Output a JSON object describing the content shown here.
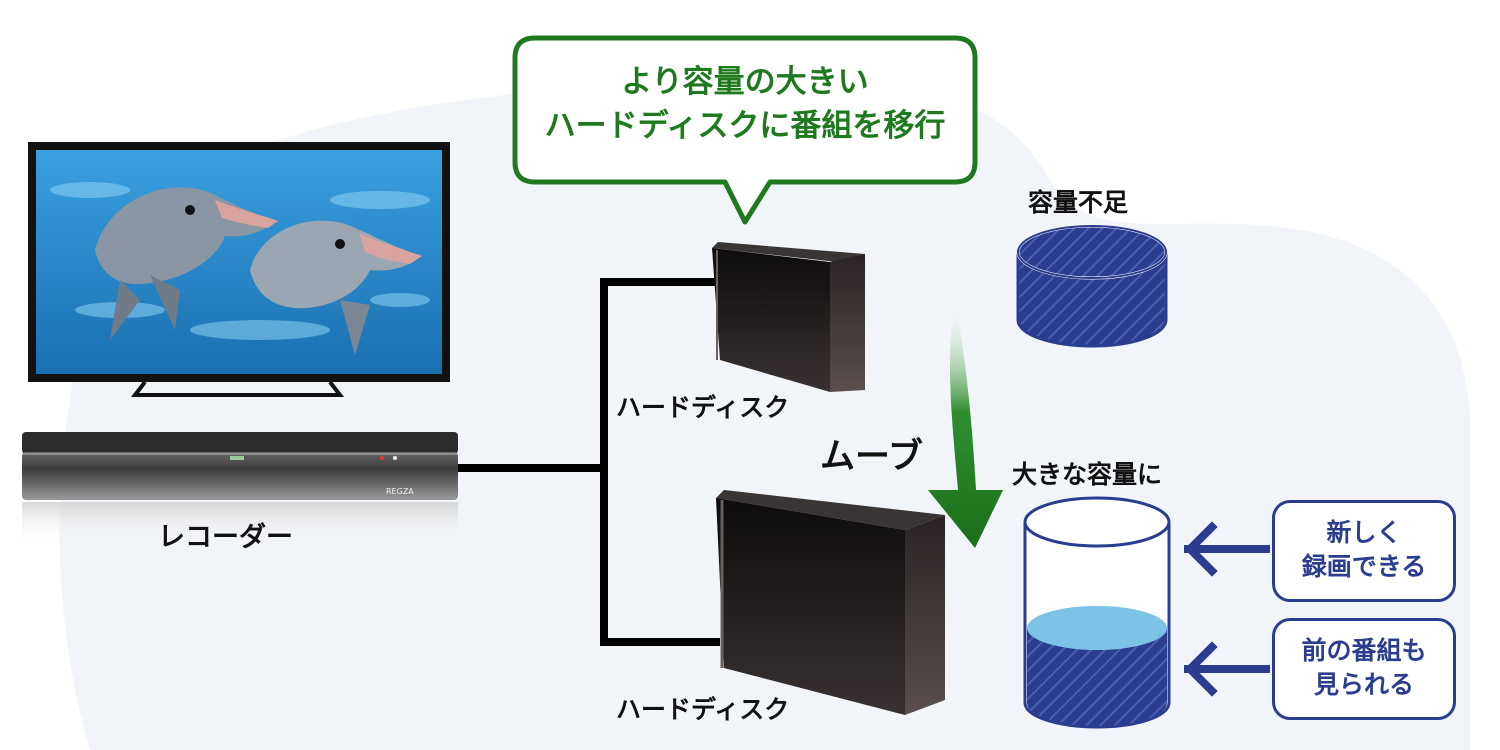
{
  "bubble": {
    "line1": "より容量の大きい",
    "line2": "ハードディスクに番組を移行"
  },
  "labels": {
    "recorder": "レコーダー",
    "hdd_top": "ハードディスク",
    "hdd_bottom": "ハードディスク",
    "move": "ムーブ",
    "capacity_short": "容量不足",
    "capacity_large": "大きな容量に"
  },
  "notes": {
    "new_recording_line1": "新しく",
    "new_recording_line2": "録画できる",
    "old_programs_line1": "前の番組も",
    "old_programs_line2": "見られる"
  },
  "device_text": {
    "brand": "REGZA"
  },
  "colors": {
    "green": "#1f7a1f",
    "navy": "#2a3d8f",
    "water": "#7cc3e6",
    "background_blob": "#f1f4f8"
  }
}
